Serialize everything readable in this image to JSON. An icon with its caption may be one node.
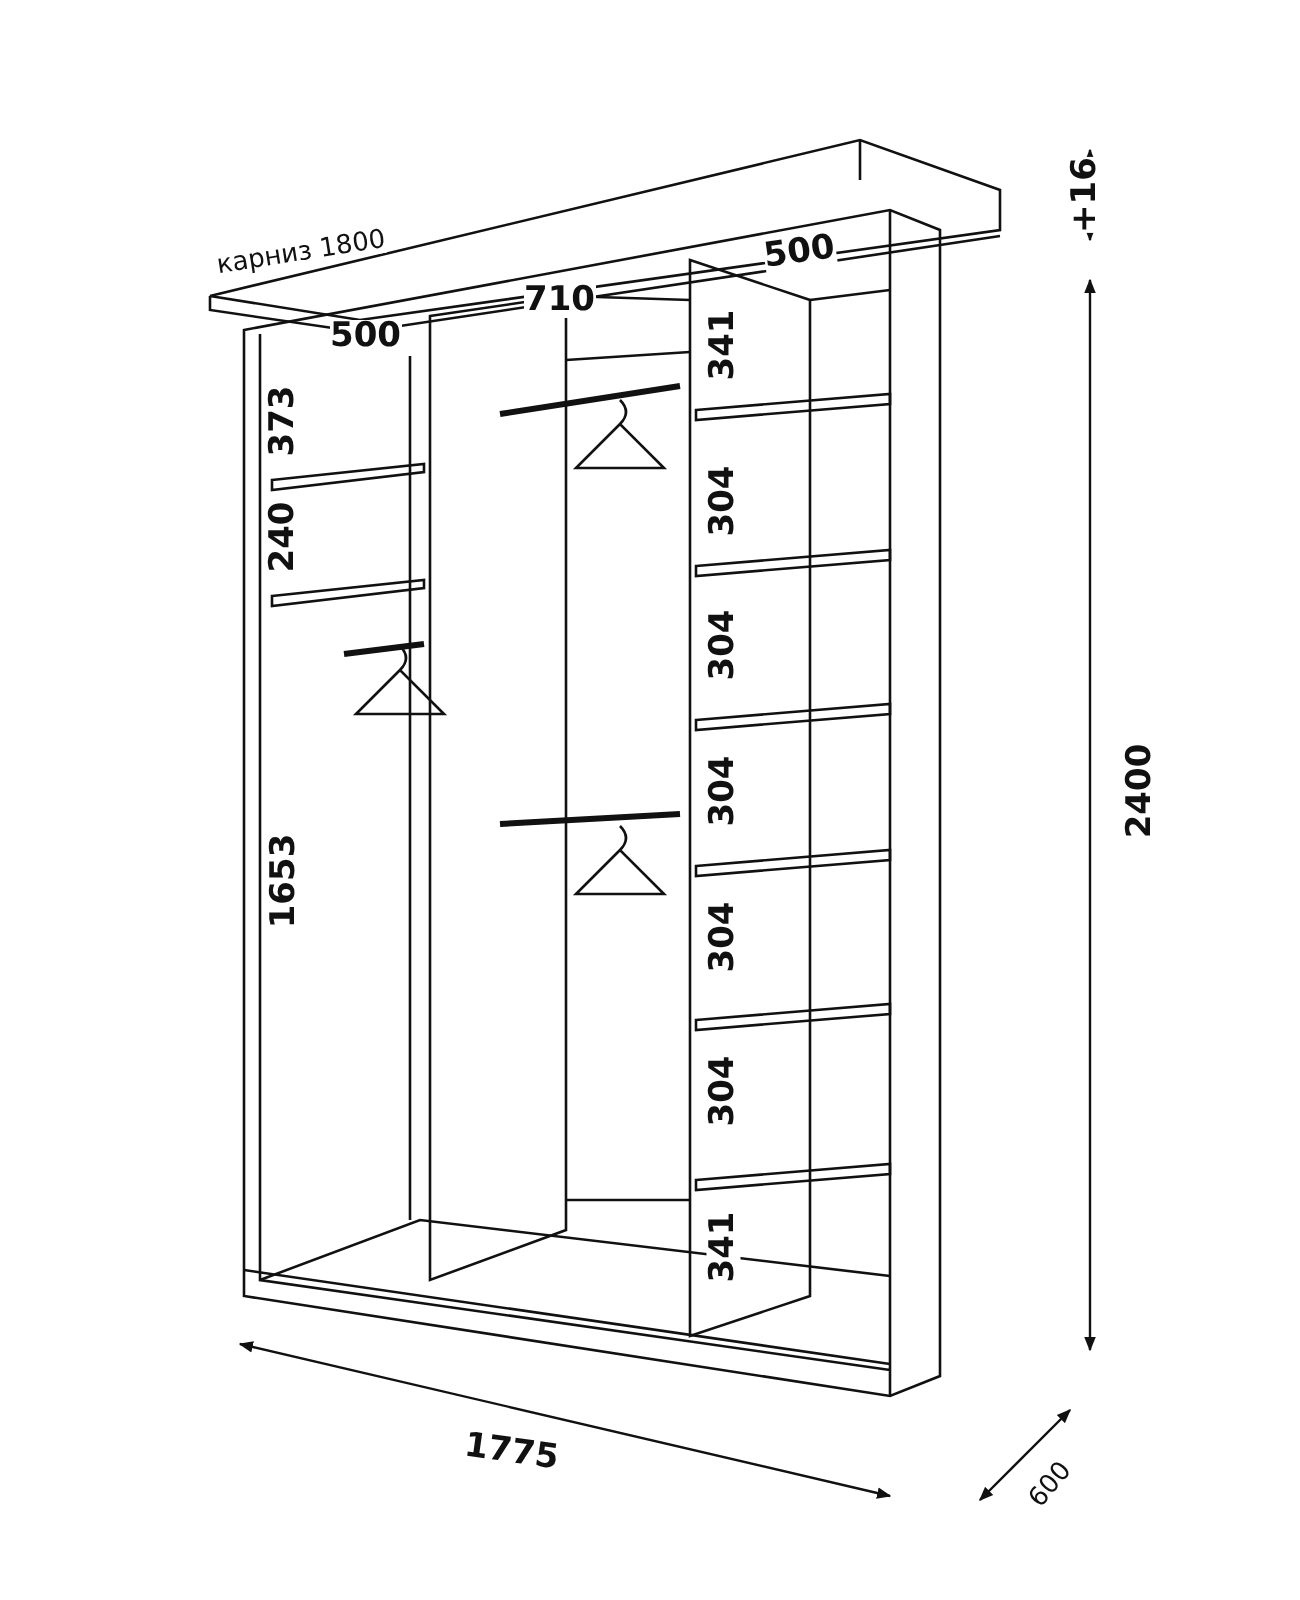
{
  "diagram": {
    "labels": [
      "карниз 1800",
      "+16",
      "500",
      "500",
      "710",
      "341",
      "373",
      "304",
      "240",
      "304",
      "1653",
      "304",
      "304",
      "304",
      "341",
      "2400",
      "1775",
      "600"
    ]
  }
}
